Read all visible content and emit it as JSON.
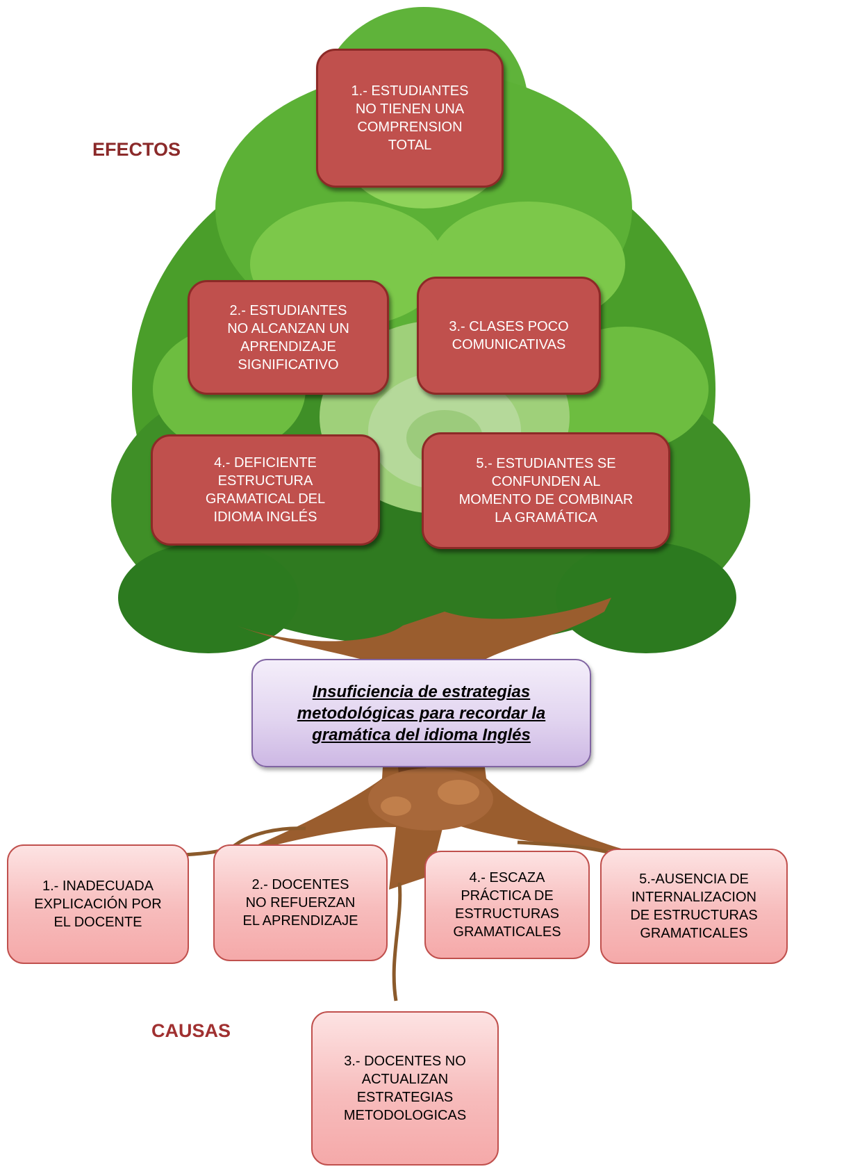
{
  "labels": {
    "effects": "EFECTOS",
    "causes": "CAUSAS"
  },
  "colors": {
    "effect_box": "#c0504d",
    "label_text": "#8b2a2a",
    "problem_box": "#e2d5f0",
    "cause_box": "#f7bcbc",
    "root": "#8b5a2b"
  },
  "effects": [
    {
      "text": "1.- ESTUDIANTES\nNO TIENEN UNA\nCOMPRENSION\nTOTAL"
    },
    {
      "text": "2.-  ESTUDIANTES\nNO ALCANZAN UN\nAPRENDIZAJE\nSIGNIFICATIVO"
    },
    {
      "text": "3.- CLASES POCO\nCOMUNICATIVAS"
    },
    {
      "text": "4.- DEFICIENTE\nESTRUCTURA\nGRAMATICAL DEL\nIDIOMA INGLÉS"
    },
    {
      "text": "5.- ESTUDIANTES SE\nCONFUNDEN AL\nMOMENTO DE COMBINAR\nLA GRAMÁTICA"
    }
  ],
  "problem": {
    "text": "Insuficiencia de estrategias metodológicas para recordar la gramática del idioma Inglés"
  },
  "causes": [
    {
      "text": "1.- INADECUADA\nEXPLICACIÓN POR\nEL DOCENTE"
    },
    {
      "text": "2.- DOCENTES\nNO REFUERZAN\nEL APRENDIZAJE"
    },
    {
      "text": "3.- DOCENTES NO\nACTUALIZAN\nESTRATEGIAS\nMETODOLOGICAS"
    },
    {
      "text": "4.- ESCAZA\nPRÁCTICA DE\nESTRUCTURAS\nGRAMATICALES"
    },
    {
      "text": "5.-AUSENCIA DE\nINTERNALIZACION\nDE ESTRUCTURAS\nGRAMATICALES"
    }
  ]
}
